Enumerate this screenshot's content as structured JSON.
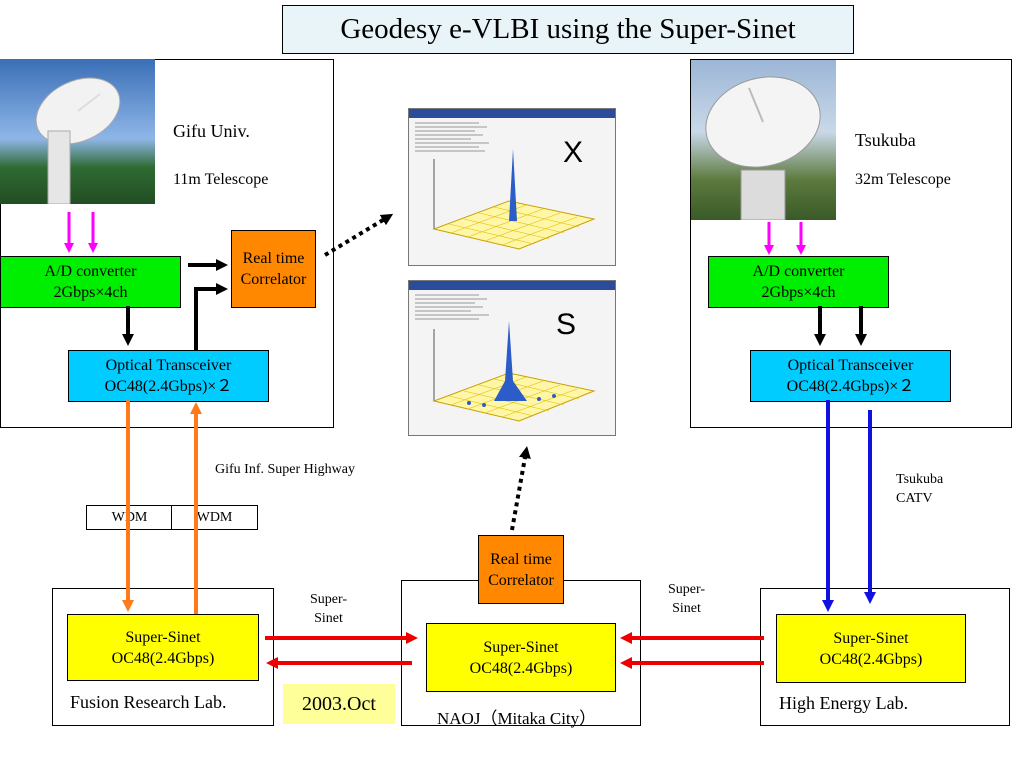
{
  "title": "Geodesy   e-VLBI using the Super-Sinet",
  "gifu": {
    "site": "Gifu Univ.",
    "telescope": "11m Telescope",
    "ad_converter": "A/D converter\n2Gbps×4ch",
    "correlator": "Real time\nCorrelator",
    "transceiver": "Optical Transceiver\nOC48(2.4Gbps)×２"
  },
  "tsukuba": {
    "site": "Tsukuba",
    "telescope": "32m Telescope",
    "ad_converter": "A/D converter\n2Gbps×4ch",
    "transceiver": "Optical Transceiver\nOC48(2.4Gbps)×２"
  },
  "results": {
    "x_label": "X",
    "s_label": "S"
  },
  "links": {
    "gifu_highway": "Gifu Inf. Super Highway",
    "wdm_left": "WDM",
    "wdm_right": "WDM",
    "tsukuba_catv": "Tsukuba\nCATV",
    "supersinet_left": "Super-\nSinet",
    "supersinet_right": "Super-\nSinet"
  },
  "nodes": {
    "fusion": {
      "box": "Super-Sinet\nOC48(2.4Gbps)",
      "name": "Fusion Research Lab."
    },
    "naoj": {
      "correlator": "Real time\nCorrelator",
      "box": "Super-Sinet\nOC48(2.4Gbps)",
      "name": "NAOJ（Mitaka City）"
    },
    "hel": {
      "box": "Super-Sinet\nOC48(2.4Gbps)",
      "name": "High Energy Lab."
    }
  },
  "date": "2003.Oct",
  "colors": {
    "magenta": "#ff00ff",
    "orange_link": "#ff7a1a",
    "blue_link": "#1010e0",
    "red_link": "#ee0000"
  }
}
